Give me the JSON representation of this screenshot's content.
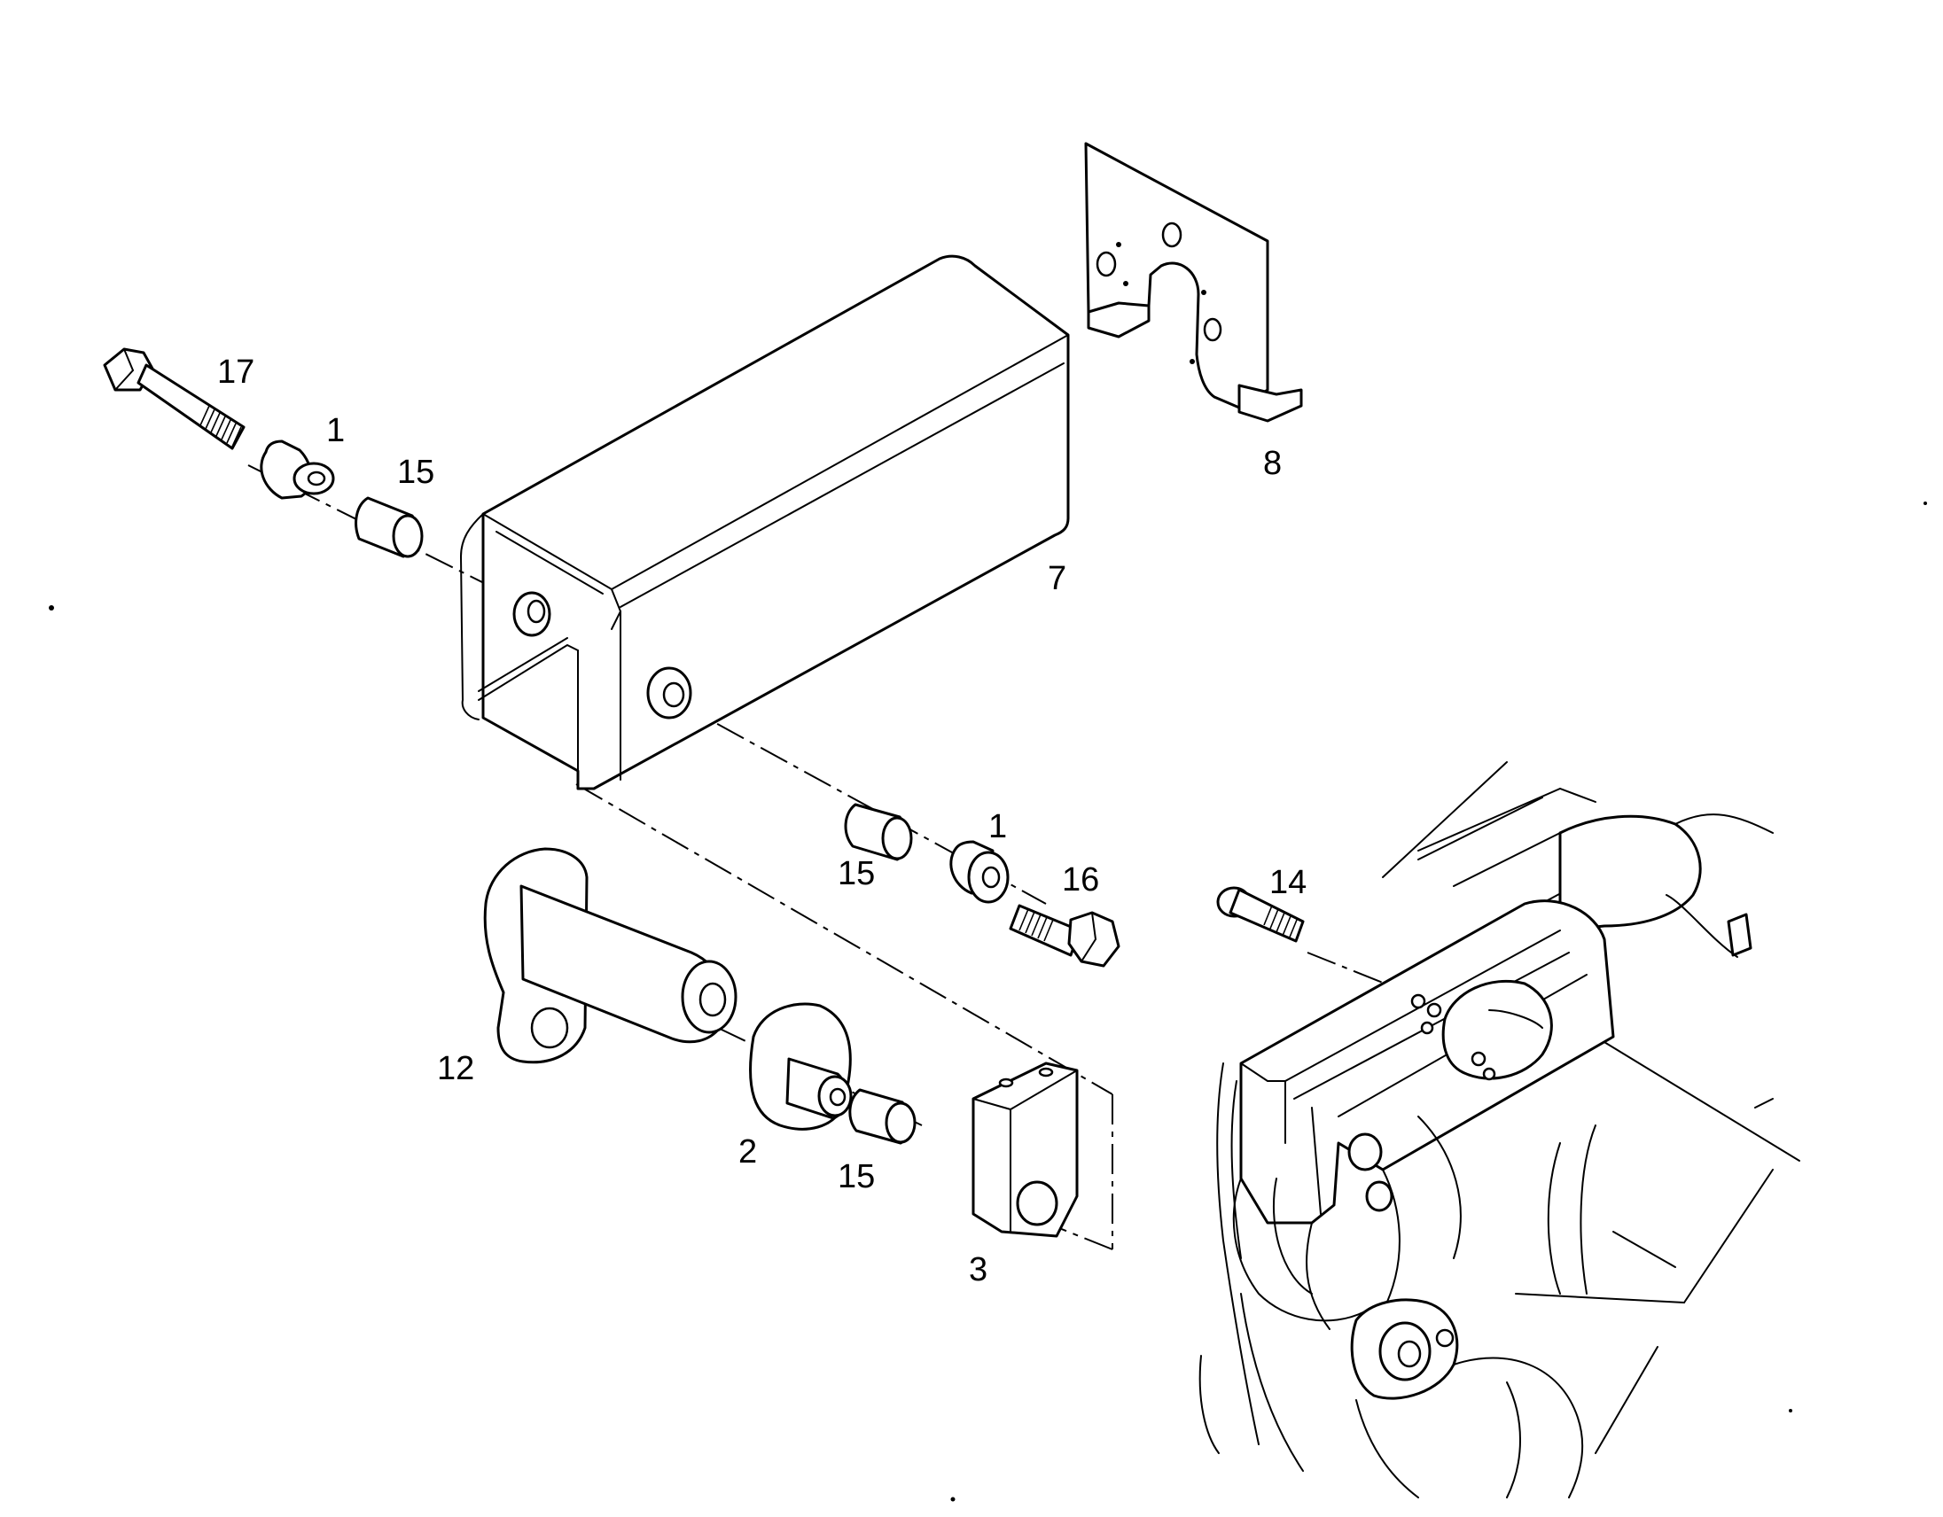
{
  "callouts": {
    "c17": "17",
    "c1_top": "1",
    "c15_top": "15",
    "c8": "8",
    "c7": "7",
    "c15_mid": "15",
    "c1_mid": "1",
    "c16": "16",
    "c14": "14",
    "c12": "12",
    "c2": "2",
    "c15_low": "15",
    "c3": "3"
  }
}
